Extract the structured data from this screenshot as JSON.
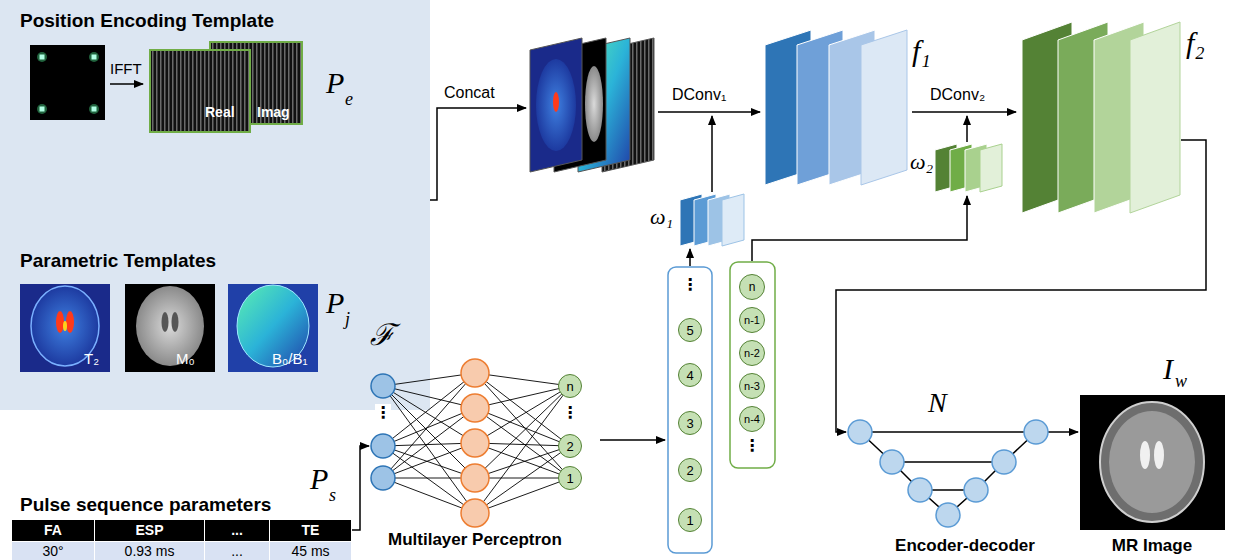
{
  "diagram": {
    "nodes": [
      {
        "text": [
          "Position Encoding Template",
          "Parametric Templates"
        ]
      },
      {
        "text": [
          "n"
        ]
      },
      {
        "text": [
          "2"
        ]
      },
      {
        "text": [
          "1"
        ]
      },
      {
        "text": [
          "5"
        ]
      },
      {
        "text": [
          "4"
        ]
      },
      {
        "text": [
          "3"
        ]
      },
      {
        "text": [
          "2"
        ]
      },
      {
        "text": [
          "1"
        ]
      },
      {
        "text": [
          "n"
        ]
      },
      {
        "text": [
          "n-1"
        ]
      },
      {
        "text": [
          "n-2"
        ]
      },
      {
        "text": [
          "n-3"
        ]
      },
      {
        "text": [
          "n-4"
        ]
      }
    ],
    "labels": [
      "IFFT",
      "Real",
      "Imag",
      "P",
      "e",
      "T₂",
      "M₀",
      "B₀/B₁",
      "P",
      "j",
      "Concat",
      "DConv₁",
      "ω₁",
      "f₁",
      "DConv₂",
      "ω₂",
      "f₂",
      "ℱ",
      "⋮",
      "⋮",
      "⋮",
      "⋮",
      "N",
      "I",
      "w",
      "P",
      "s",
      "Pulse sequence parameters",
      "FA",
      "ESP",
      "...",
      "TE",
      "30°",
      "0.93 ms",
      "...",
      "45 ms",
      "Multilayer Perceptron",
      "Encoder-decoder",
      "MR Image"
    ]
  }
}
